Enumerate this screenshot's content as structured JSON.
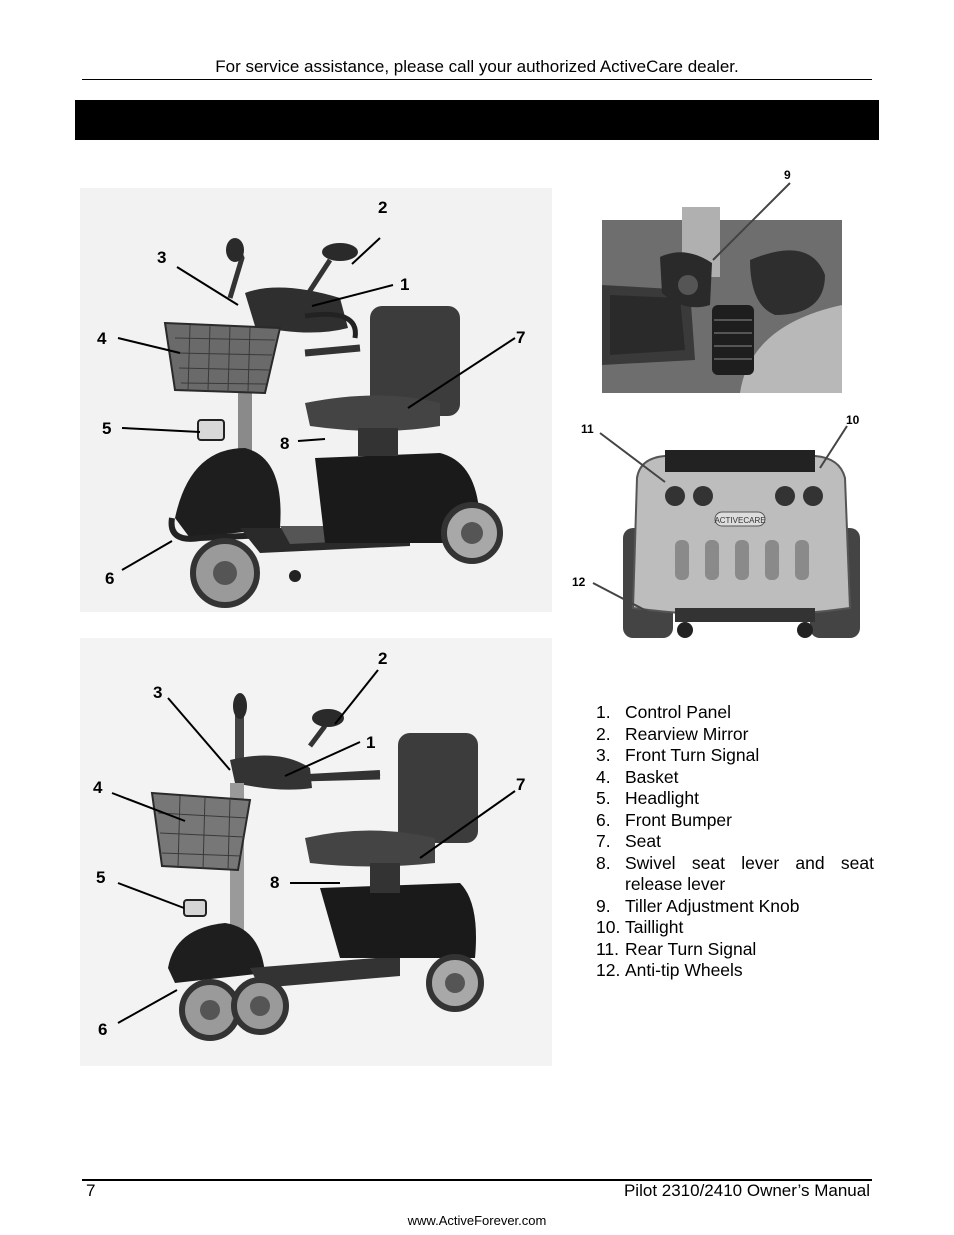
{
  "header": {
    "service_note": "For service assistance, please call your authorized ActiveCare dealer."
  },
  "figures": {
    "scooter_3wheel": {
      "callouts": [
        "1",
        "2",
        "3",
        "4",
        "5",
        "6",
        "7",
        "8"
      ]
    },
    "tiller_detail": {
      "callouts": [
        "9"
      ]
    },
    "rear_view": {
      "callouts": [
        "10",
        "11",
        "12"
      ],
      "logo_text": "ACTIVECARE"
    },
    "scooter_4wheel": {
      "callouts": [
        "1",
        "2",
        "3",
        "4",
        "5",
        "6",
        "7",
        "8"
      ]
    }
  },
  "parts_list": [
    {
      "num": "1.",
      "label": "Control Panel"
    },
    {
      "num": "2.",
      "label": "Rearview Mirror"
    },
    {
      "num": "3.",
      "label": "Front Turn Signal"
    },
    {
      "num": "4.",
      "label": "Basket"
    },
    {
      "num": "5.",
      "label": "Headlight"
    },
    {
      "num": "6.",
      "label": "Front Bumper"
    },
    {
      "num": "7.",
      "label": "Seat"
    },
    {
      "num": "8.",
      "label": "Swivel seat lever and seat release lever"
    },
    {
      "num": "9.",
      "label": "Tiller Adjustment Knob"
    },
    {
      "num": "10.",
      "label": "Taillight"
    },
    {
      "num": "11.",
      "label": "Rear Turn Signal"
    },
    {
      "num": "12.",
      "label": "Anti-tip Wheels"
    }
  ],
  "footer": {
    "page_number": "7",
    "manual_title": "Pilot 2310/2410 Owner’s Manual",
    "website": "www.ActiveForever.com"
  }
}
